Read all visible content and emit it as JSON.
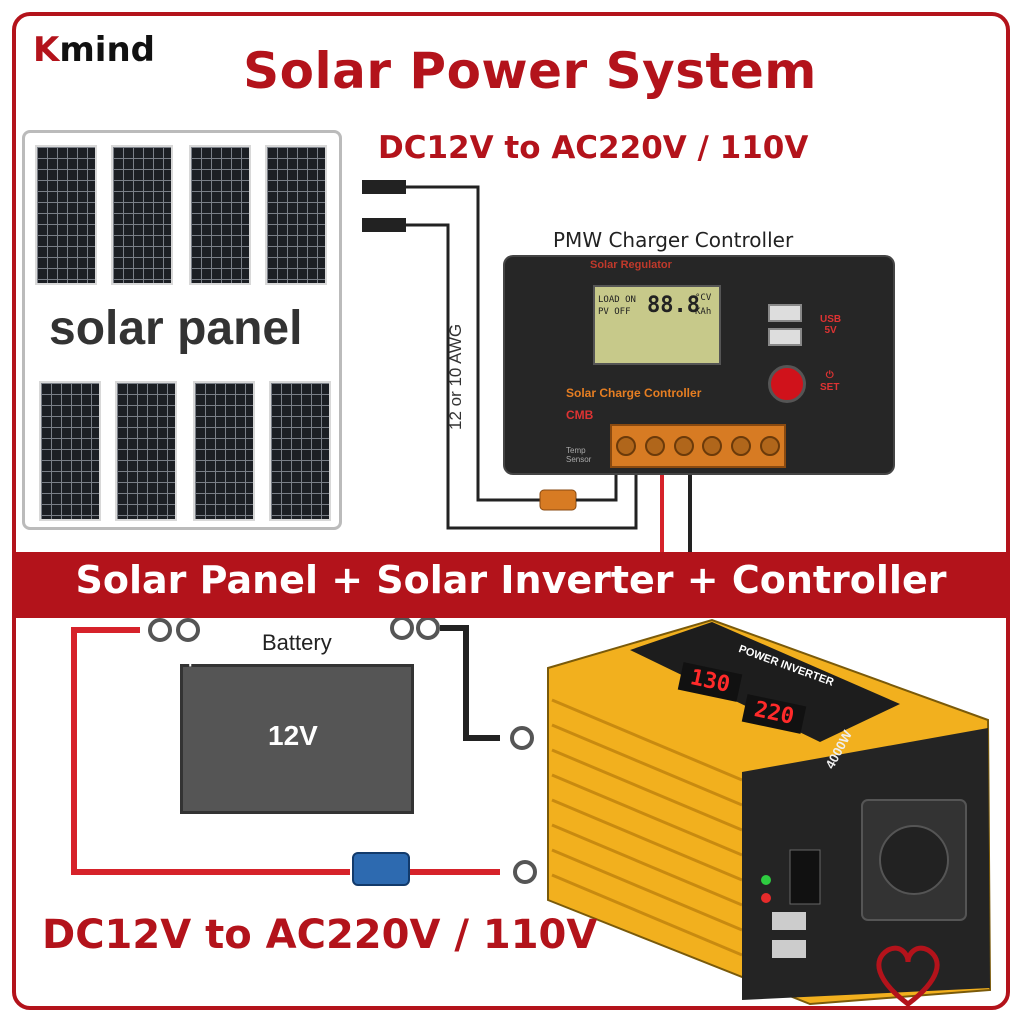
{
  "brand": {
    "initial": "K",
    "rest": "mind"
  },
  "header": {
    "title": "Solar Power System",
    "subtitle": "DC12V to AC220V / 110V"
  },
  "solar_panel": {
    "label": "solar panel"
  },
  "controller": {
    "caption": "PMW Charger Controller",
    "top_label": "Solar Regulator",
    "lcd_load_on": "LOAD ON",
    "lcd_pv_off": "PV OFF",
    "lcd_digits": "88.8",
    "lcd_unit_top": "°CV",
    "lcd_unit_bottom": "KAh",
    "usb_label_1": "USB",
    "usb_label_2": "5V",
    "set_label": "SET",
    "name": "Solar Charge Controller",
    "cmb": "CMB",
    "temp_1": "Temp",
    "temp_2": "Sensor",
    "wire_gauge": "12 or 10 AWG"
  },
  "banner": {
    "text": "Solar Panel + Solar Inverter + Controller"
  },
  "battery": {
    "caption": "Battery",
    "voltage": "12V",
    "plus": "+",
    "minus": "−"
  },
  "bottom": {
    "spec": "DC12V to AC220V / 110V"
  },
  "inverter": {
    "title": "POWER INVERTER",
    "display_1": "130",
    "display_2": "220",
    "rating": "4000W"
  },
  "colors": {
    "accent": "#b3131b",
    "inverter_body": "#f2b01e",
    "wire_red": "#d6222a"
  },
  "icons": [
    "usb-port-icon",
    "power-icon",
    "heart-logo-icon",
    "ring-terminal-icon"
  ]
}
